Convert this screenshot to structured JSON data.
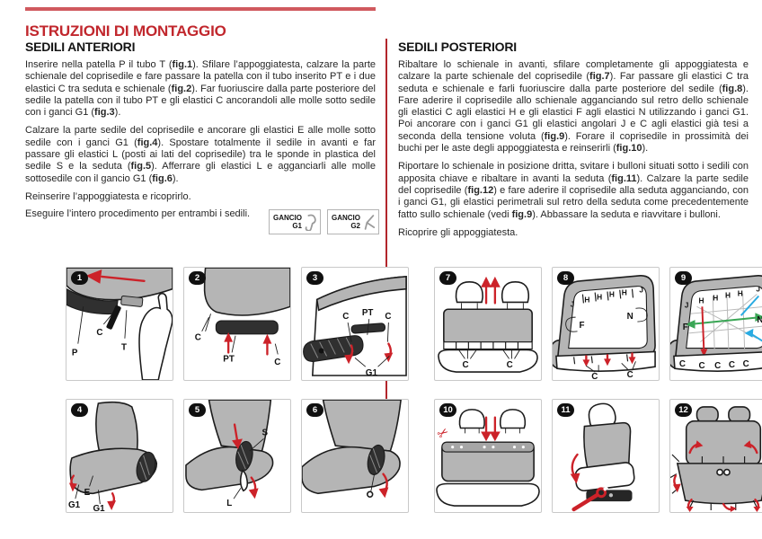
{
  "page": {
    "title": "ISTRUZIONI DI MONTAGGIO"
  },
  "front_seats": {
    "heading": "SEDILI ANTERIORI",
    "paragraphs": [
      "Inserire nella patella P il tubo T (fig.1). Sfilare l’appoggiatesta, calzare la parte schienale del coprisedile e fare passare la patella con il tubo inserito PT e i due elastici C tra seduta e schienale (fig.2). Far fuoriuscire dalla parte posteriore del sedile la patella con il tubo PT e gli elastici C ancorandoli alle molle sotto sedile con i ganci G1 (fig.3).",
      "Calzare la parte sedile del coprisedile e ancorare gli elastici E alle molle sotto sedile con i ganci G1 (fig.4). Spostare totalmente il sedile in avanti e far passare gli elastici L (posti ai lati del coprisedile) tra le sponde in plastica del sedile S e la seduta (fig.5). Afferrare gli elastici L e agganciarli alle molle sottosedile con il gancio G1 (fig.6).",
      "Reinserire l’appoggiatesta e ricoprirlo.",
      "Eseguire l’intero procedimento per entrambi i sedili."
    ]
  },
  "rear_seats": {
    "heading": "SEDILI POSTERIORI",
    "paragraphs": [
      "Ribaltare lo schienale in avanti, sfilare completamente gli appoggiatesta e calzare la parte schienale del coprisedile (fig.7). Far passare gli elastici C tra seduta e schienale e farli fuoriuscire dalla parte posteriore del sedile (fig.8). Fare aderire il coprisedile allo schienale agganciando sul retro dello schienale gli elastici C agli elastici H e gli elastici F agli elastici N utilizzando i ganci G1. Poi ancorare con i ganci G1 gli elastici angolari J e C agli elastici già tesi a seconda della tensione voluta (fig.9). Forare il coprisedile in prossimità dei buchi per le aste degli appoggiatesta e reinserirli (fig.10).",
      "Riportare lo schienale in posizione dritta, svitare i bulloni situati sotto i sedili con apposita chiave e ribaltare in avanti la seduta (fig.11). Calzare la parte sedile del coprisedile (fig.12) e fare aderire il coprisedile alla seduta agganciando, con i ganci G1, gli elastici perimetrali sul retro della seduta come precedentemente fatto sullo schienale (vedi fig.9). Abbassare la seduta e riavvitare i bulloni.",
      "Ricoprire gli appoggiatesta."
    ]
  },
  "hooks": [
    {
      "label": "GANCIO",
      "code": "G1"
    },
    {
      "label": "GANCIO",
      "code": "G2"
    }
  ],
  "colors": {
    "accent_red": "#c1272d",
    "divider_red": "#b2262c",
    "arrow_red": "#cc2229",
    "seat_gray": "#b5b5b5",
    "dark_gray": "#303030",
    "elastic_green": "#3aa655",
    "elastic_cyan": "#29abe2",
    "panel_border": "#c9c9c9"
  },
  "figures": [
    {
      "num": "1",
      "labels": [
        "P",
        "C",
        "T"
      ]
    },
    {
      "num": "2",
      "labels": [
        "C",
        "PT",
        "C"
      ]
    },
    {
      "num": "3",
      "labels": [
        "C",
        "PT",
        "C",
        "G1"
      ]
    },
    {
      "num": "4",
      "labels": [
        "G1",
        "E",
        "G1"
      ]
    },
    {
      "num": "5",
      "labels": [
        "S",
        "L"
      ]
    },
    {
      "num": "6",
      "labels": []
    },
    {
      "num": "7",
      "labels": [
        "C",
        "C"
      ]
    },
    {
      "num": "8",
      "labels": [
        "J",
        "H",
        "H",
        "H",
        "H",
        "J",
        "F",
        "N",
        "C",
        "C"
      ]
    },
    {
      "num": "9",
      "labels": [
        "J",
        "H",
        "H",
        "H",
        "H",
        "J",
        "F",
        "N",
        "C",
        "C",
        "C",
        "C",
        "C",
        "C"
      ]
    },
    {
      "num": "10",
      "labels": []
    },
    {
      "num": "11",
      "labels": []
    },
    {
      "num": "12",
      "labels": []
    }
  ]
}
